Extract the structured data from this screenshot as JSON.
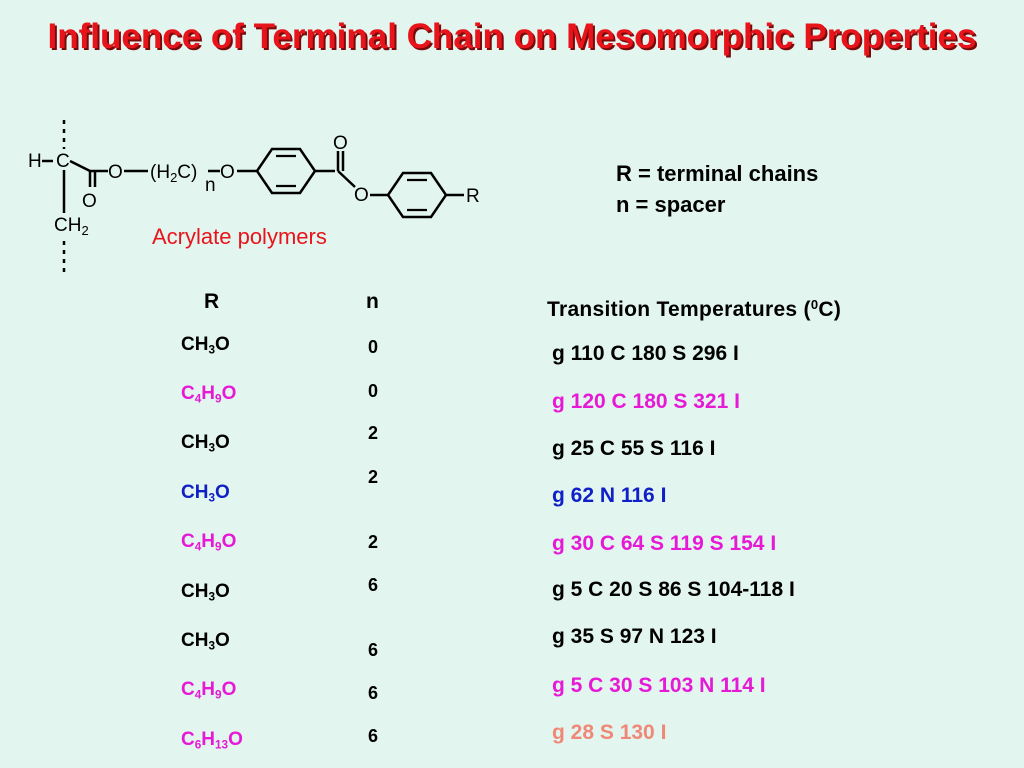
{
  "slide": {
    "title": "Influence of Terminal Chain on Mesomorphic Properties",
    "title_color": "#e8141b",
    "background": "#e3f5ef"
  },
  "structure": {
    "labels": {
      "h": "H",
      "c": "C",
      "o_carbonyl": "O",
      "o_ester": "O",
      "h2c_open": "(H",
      "h2c_sub": "2",
      "h2c_close": "C)",
      "n_sub": "n",
      "o_ether": "O",
      "o_top": "O",
      "o_link": "O",
      "r": "R",
      "ch2_main": "CH",
      "ch2_sub": "2"
    },
    "caption": "Acrylate polymers",
    "caption_color": "#e8141b"
  },
  "legend": {
    "line1": "R = terminal chains",
    "line2": "n = spacer"
  },
  "table": {
    "headers": {
      "r": "R",
      "n": "n",
      "transition_pre": "Transition Temperatures (",
      "transition_sup": "0",
      "transition_post": "C)"
    },
    "rows": [
      {
        "r": [
          "CH",
          "3",
          "O"
        ],
        "n": "0",
        "transition": "g 110 C 180 S 296 I",
        "color": "#000000"
      },
      {
        "r": [
          "C",
          "4",
          "H",
          "9",
          "O"
        ],
        "n": "0",
        "transition": "g 120 C 180 S 321 I",
        "color": "#e619d6"
      },
      {
        "r": [
          "CH",
          "3",
          "O"
        ],
        "n": "2",
        "transition": "g 25 C 55 S 116 I",
        "color": "#000000"
      },
      {
        "r": [
          "CH",
          "3",
          "O"
        ],
        "n": "2",
        "transition": "g 62 N 116 I",
        "color": "#1020c8"
      },
      {
        "r": [
          "C",
          "4",
          "H",
          "9",
          "O"
        ],
        "n": "2",
        "transition": "g 30 C 64 S 119 S 154 I",
        "color": "#e619d6"
      },
      {
        "r": [
          "CH",
          "3",
          "O"
        ],
        "n": "6",
        "transition": "g 5 C 20 S 86 S 104-118 I",
        "color": "#000000"
      },
      {
        "r": [
          "CH",
          "3",
          "O"
        ],
        "n": "6",
        "transition": "g 35 S 97 N 123 I",
        "color": "#000000"
      },
      {
        "r": [
          "C",
          "4",
          "H",
          "9",
          "O"
        ],
        "n": "6",
        "transition": "g 5 C 30 S 103 N 114 I",
        "color": "#e619d6"
      },
      {
        "r": [
          "C",
          "6",
          "H",
          "13",
          "O"
        ],
        "n": "6",
        "transition": "g 28 S 130 I",
        "r_color": "#e619d6",
        "color": "#f08878"
      }
    ]
  }
}
